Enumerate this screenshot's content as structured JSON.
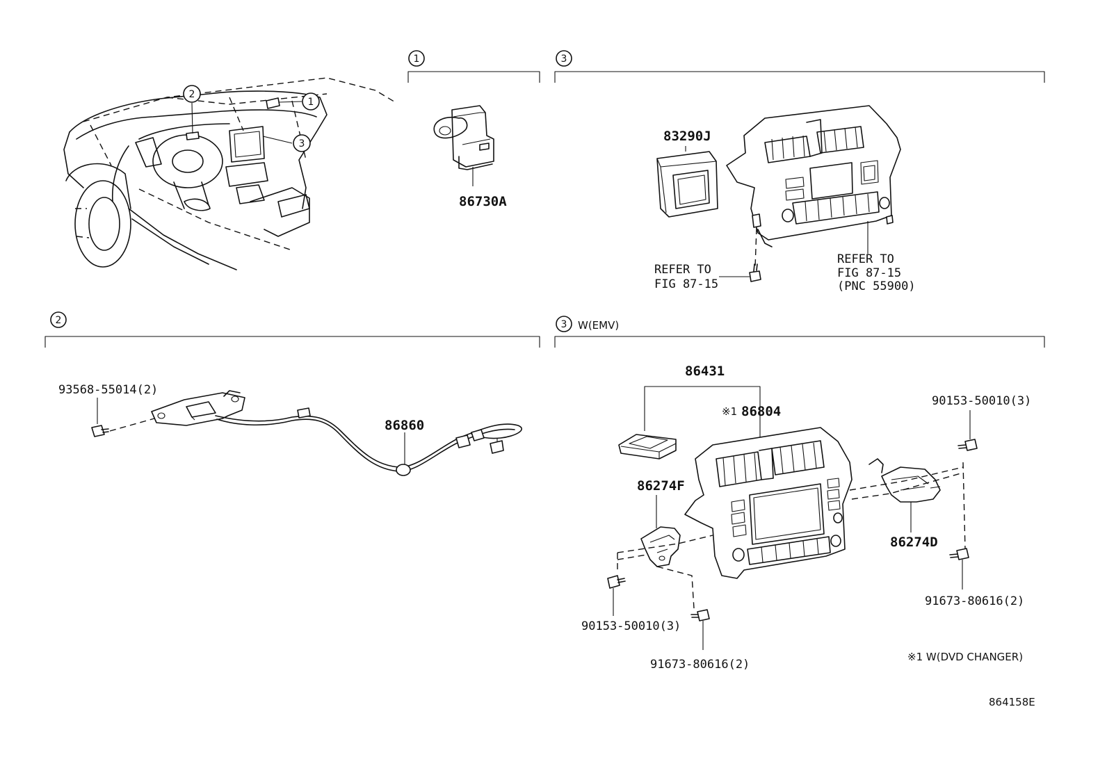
{
  "callouts": [
    "1",
    "2",
    "3"
  ],
  "sections": {
    "s1": {
      "num": "1"
    },
    "s2": {
      "num": "2"
    },
    "s3": {
      "num": "3"
    },
    "s3b": {
      "num": "3",
      "suffix": "W(EMV)"
    }
  },
  "parts": {
    "p86730A": "86730A",
    "p83290J": "83290J",
    "refer_left_1": "REFER TO",
    "refer_left_2": "FIG 87-15",
    "refer_right_1": "REFER TO",
    "refer_right_2": "FIG 87-15",
    "refer_right_3": "(PNC 55900)",
    "p93568": "93568-55014(2)",
    "p86860": "86860",
    "p86431": "86431",
    "p86804_mark": "※1",
    "p86804": "86804",
    "p90153_r": "90153-50010(3)",
    "p86274F": "86274F",
    "p86274D": "86274D",
    "p90153_l": "90153-50010(3)",
    "p91673_l": "91673-80616(2)",
    "p91673_r": "91673-80616(2)"
  },
  "footnote": "※1 W(DVD CHANGER)",
  "figure_id": "864158E"
}
